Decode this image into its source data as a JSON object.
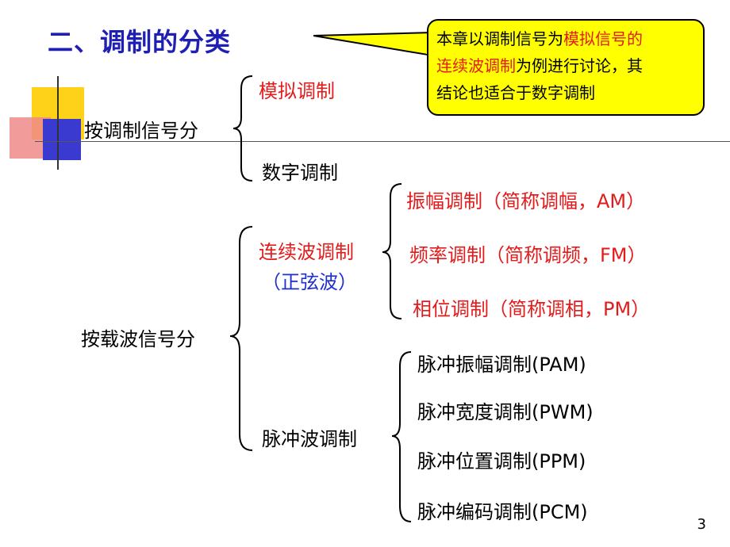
{
  "title": "二、调制的分类",
  "callout": {
    "line1_plain": "本章以调制信号为",
    "line1_red": "模拟信号的",
    "line2_red": "连续波调制",
    "line2_plain": "为例进行讨论，其",
    "line3": "结论也适合于数字调制"
  },
  "by_signal": {
    "label": "按调制信号分",
    "items": [
      "模拟调制",
      "数字调制"
    ]
  },
  "by_carrier": {
    "label": "按载波信号分",
    "continuous": {
      "label": "连续波调制",
      "sublabel": "（正弦波）",
      "items": [
        "振幅调制（简称调幅，AM）",
        "频率调制（简称调频，FM）",
        "相位调制（简称调相，PM）"
      ]
    },
    "pulse": {
      "label": "脉冲波调制",
      "items": [
        "脉冲振幅调制(PAM)",
        "脉冲宽度调制(PWM)",
        "脉冲位置调制(PPM)",
        "脉冲编码调制(PCM)"
      ]
    }
  },
  "page_number": "3",
  "colors": {
    "title": "#1f1fb4",
    "highlight": "#e31b1b",
    "callout_bg": "#ffff00",
    "accent_blue": "#1f2fd0"
  }
}
